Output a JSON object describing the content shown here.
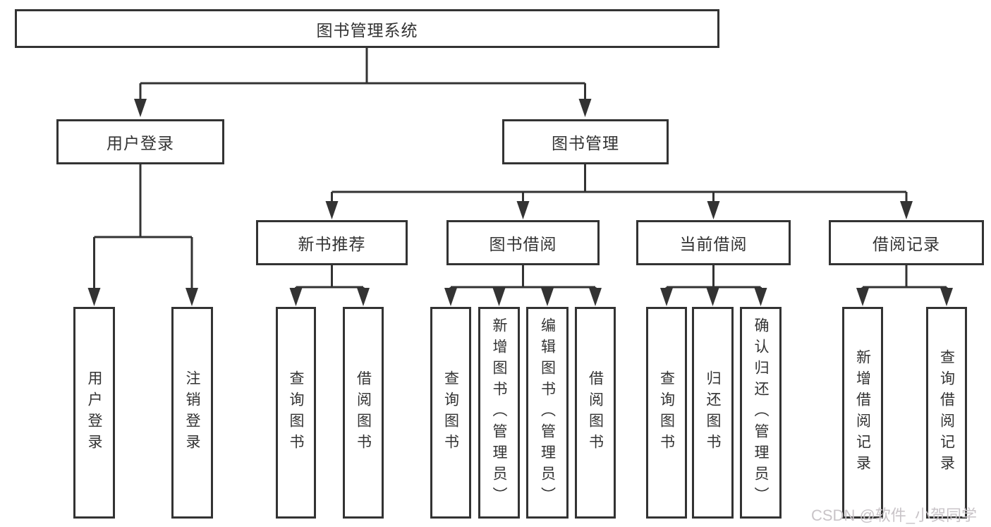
{
  "title": "图书管理系统",
  "tree": {
    "root": {
      "label": "图书管理系统"
    },
    "children": [
      {
        "label": "用户登录",
        "children": [
          {
            "label": "用户登录"
          },
          {
            "label": "注销登录"
          }
        ]
      },
      {
        "label": "图书管理",
        "children": [
          {
            "label": "新书推荐",
            "children": [
              {
                "label": "查询图书"
              },
              {
                "label": "借阅图书"
              }
            ]
          },
          {
            "label": "图书借阅",
            "children": [
              {
                "label": "查询图书"
              },
              {
                "label": "新增图书（管理员）"
              },
              {
                "label": "编辑图书（管理员）"
              },
              {
                "label": "借阅图书"
              }
            ]
          },
          {
            "label": "当前借阅",
            "children": [
              {
                "label": "查询图书"
              },
              {
                "label": "归还图书"
              },
              {
                "label": "确认归还（管理员）"
              }
            ]
          },
          {
            "label": "借阅记录",
            "children": [
              {
                "label": "新增借阅记录"
              },
              {
                "label": "查询借阅记录"
              }
            ]
          }
        ]
      }
    ]
  },
  "watermark": "CSDN @软件_小贺同学",
  "colors": {
    "line": "#333333",
    "text": "#333333",
    "box_background": "#ffffff",
    "watermark": "#c9c4c8"
  }
}
